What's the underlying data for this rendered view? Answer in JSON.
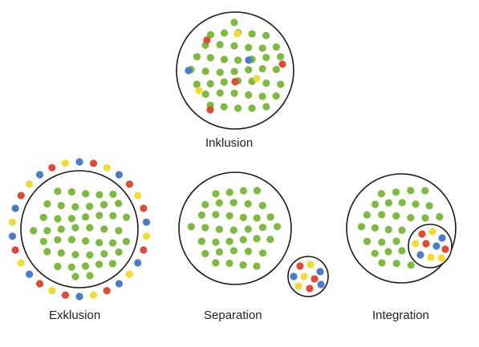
{
  "colors": {
    "green": "#7dbb3f",
    "red": "#df4b36",
    "blue": "#4a7ccc",
    "yellow": "#f2dc33",
    "stroke": "#1a1a1a"
  },
  "panels": [
    {
      "id": "inklusion",
      "label": "Inklusion"
    },
    {
      "id": "exklusion",
      "label": "Exklusion"
    },
    {
      "id": "separation",
      "label": "Separation"
    },
    {
      "id": "integration",
      "label": "Integration"
    }
  ]
}
